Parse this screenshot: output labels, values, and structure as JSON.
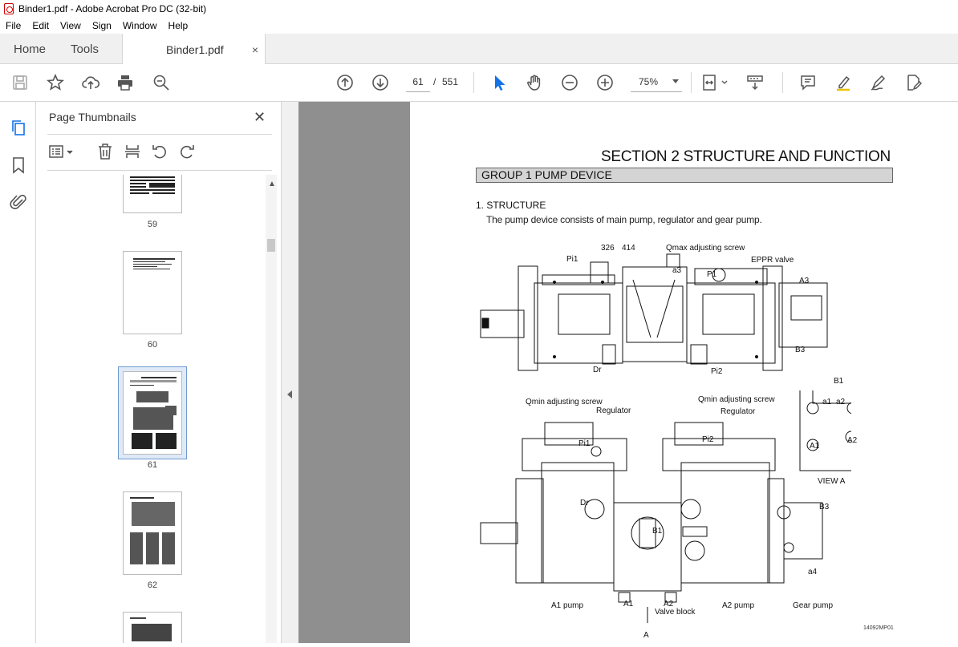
{
  "window": {
    "title": "Binder1.pdf - Adobe Acrobat Pro DC (32-bit)"
  },
  "menu": [
    "File",
    "Edit",
    "View",
    "Sign",
    "Window",
    "Help"
  ],
  "tabs": {
    "home": "Home",
    "tools": "Tools",
    "doc": "Binder1.pdf",
    "close": "×"
  },
  "toolbar": {
    "page_current": "61",
    "page_sep": "/",
    "page_total": "551",
    "zoom": "75%"
  },
  "panel": {
    "title": "Page Thumbnails",
    "close": "✕",
    "thumbs": [
      {
        "label": "59"
      },
      {
        "label": "60"
      },
      {
        "label": "61",
        "selected": true
      },
      {
        "label": "62"
      }
    ]
  },
  "page": {
    "section_title": "SECTION  2  STRUCTURE AND FUNCTION",
    "group_title": "GROUP  1  PUMP DEVICE",
    "heading": "1. STRUCTURE",
    "paragraph": "The pump device consists of main pump, regulator and gear pump.",
    "labels": {
      "n326": "326",
      "n414": "414",
      "qmax": "Qmax adjusting screw",
      "pi1_top": "Pi1",
      "eppr": "EPPR valve",
      "a3_top": "a3",
      "p1": "P1",
      "a3": "A3",
      "b3_top": "B3",
      "dr_top": "Dr",
      "pi2_top": "Pi2",
      "qmin_left": "Qmin adjusting screw",
      "regulator_left": "Regulator",
      "pi1": "Pi1",
      "qmin_right": "Qmin adjusting screw",
      "regulator_right": "Regulator",
      "pi2": "Pi2",
      "b1_view": "B1",
      "a1_small": "a1",
      "a2_small": "a2",
      "A1_view": "A1",
      "A2_view": "A2",
      "view_a": "VIEW  A",
      "dr": "Dr",
      "b1": "B1",
      "b3": "B3",
      "a4": "a4",
      "a1_pump": "A1 pump",
      "A1": "A1",
      "A2": "A2",
      "a2_pump": "A2 pump",
      "gear_pump": "Gear pump",
      "valve_block": "Valve block",
      "arrow_a": "A"
    },
    "drawing_code": "14092MP01"
  },
  "colors": {
    "accent": "#1473e6",
    "viewer_bg": "#8f8f8f",
    "tab_bg": "#f0f0f0"
  }
}
